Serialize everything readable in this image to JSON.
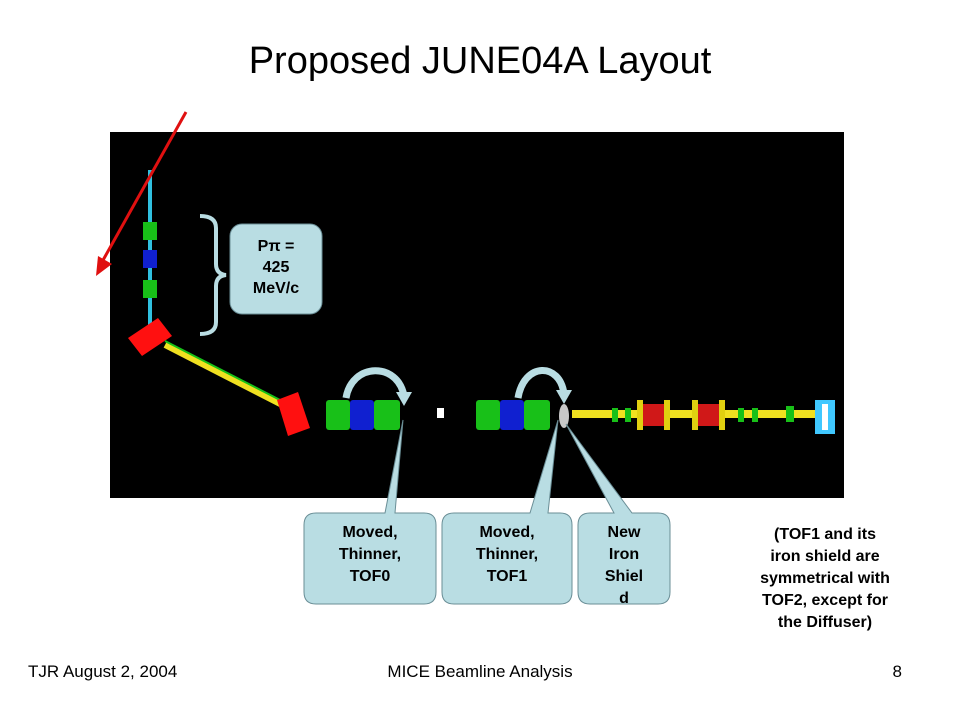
{
  "slide": {
    "title": "Proposed JUNE04A Layout",
    "footer_left": "TJR August 2, 2004",
    "footer_center": "MICE Beamline Analysis",
    "page_number": "8"
  },
  "callouts": {
    "momentum_lines": [
      "Pπ =",
      "425",
      "MeV/c"
    ],
    "tof0_lines": [
      "Moved,",
      "Thinner,",
      "TOF0"
    ],
    "tof1_lines": [
      "Moved,",
      "Thinner,",
      "TOF1"
    ],
    "shield_lines": [
      "New",
      "Iron",
      "Shiel",
      "d"
    ]
  },
  "note_lines": [
    "(TOF1 and its",
    "iron shield are",
    "symmetrical with",
    "TOF2, except for",
    "the Diffuser)"
  ],
  "colors": {
    "panel_bg": "#000000",
    "callout_fill": "#b9dde3",
    "arrow_red": "#e01010",
    "quad_green": "#18c018",
    "quad_blue": "#1020d0",
    "dipole_red": "#ff1010",
    "beamline_yellow": "#f0e020"
  }
}
